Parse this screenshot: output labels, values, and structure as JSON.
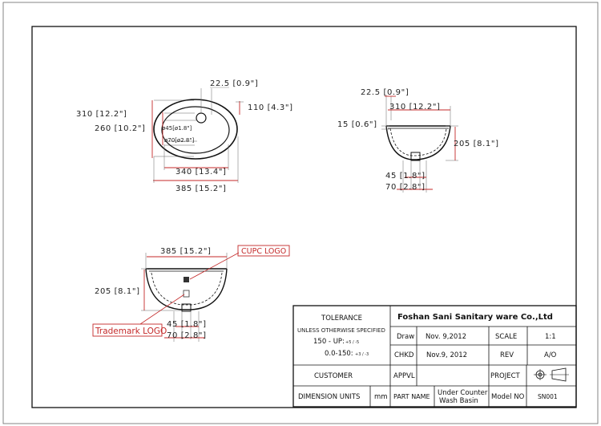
{
  "top_view": {
    "dims": {
      "hole_offset": "22.5 [0.9\"]",
      "outer_height": "310 [12.2\"]",
      "inner_height": "260 [10.2\"]",
      "hole_depth": "110 [4.3\"]",
      "drain_small": "ø45[ø1.8\"]",
      "drain_large": "ø70[ø2.8\"]",
      "inner_width": "340 [13.4\"]",
      "outer_width": "385 [15.2\"]"
    }
  },
  "side_view": {
    "dims": {
      "rim_offset": "22.5 [0.9\"]",
      "width": "310 [12.2\"]",
      "rim_thickness": "15 [0.6\"]",
      "depth": "205 [8.1\"]",
      "drain_small": "45 [1.8\"]",
      "drain_large": "70 [2.8\"]"
    }
  },
  "front_view": {
    "dims": {
      "width": "385 [15.2\"]",
      "depth": "205 [8.1\"]",
      "drain_small": "45 [1.8\"]",
      "drain_large": "70 [2.8\"]"
    },
    "callouts": {
      "cupc": "CUPC LOGO",
      "trademark": "Trademark LOGO"
    }
  },
  "title_block": {
    "tolerance_title": "TOLERANCE",
    "unless_text": "UNLESS OTHERWISE SPECIFIED",
    "tol_150_up": "150 - UP:",
    "tol_150_up_val": "+5 / -5",
    "tol_0_150": "0.0-150:",
    "tol_0_150_val": "+3 / -3",
    "company": "Foshan Sani Sanitary ware Co.,Ltd",
    "draw_label": "Draw",
    "draw_date": "Nov. 9,2012",
    "scale_label": "SCALE",
    "scale_value": "1:1",
    "chkd_label": "CHKD",
    "chkd_date": "Nov.9, 2012",
    "rev_label": "REV",
    "rev_value": "A/O",
    "customer_label": "CUSTOMER",
    "appvl_label": "APPVL",
    "project_label": "PROJECT",
    "dim_units_label": "DIMENSION UNITS",
    "dim_units_value": "mm",
    "part_name_label": "PART NAME",
    "part_name_value_1": "Under Counter",
    "part_name_value_2": "Wash Basin",
    "model_label": "Model NO",
    "model_value": "SN001"
  }
}
